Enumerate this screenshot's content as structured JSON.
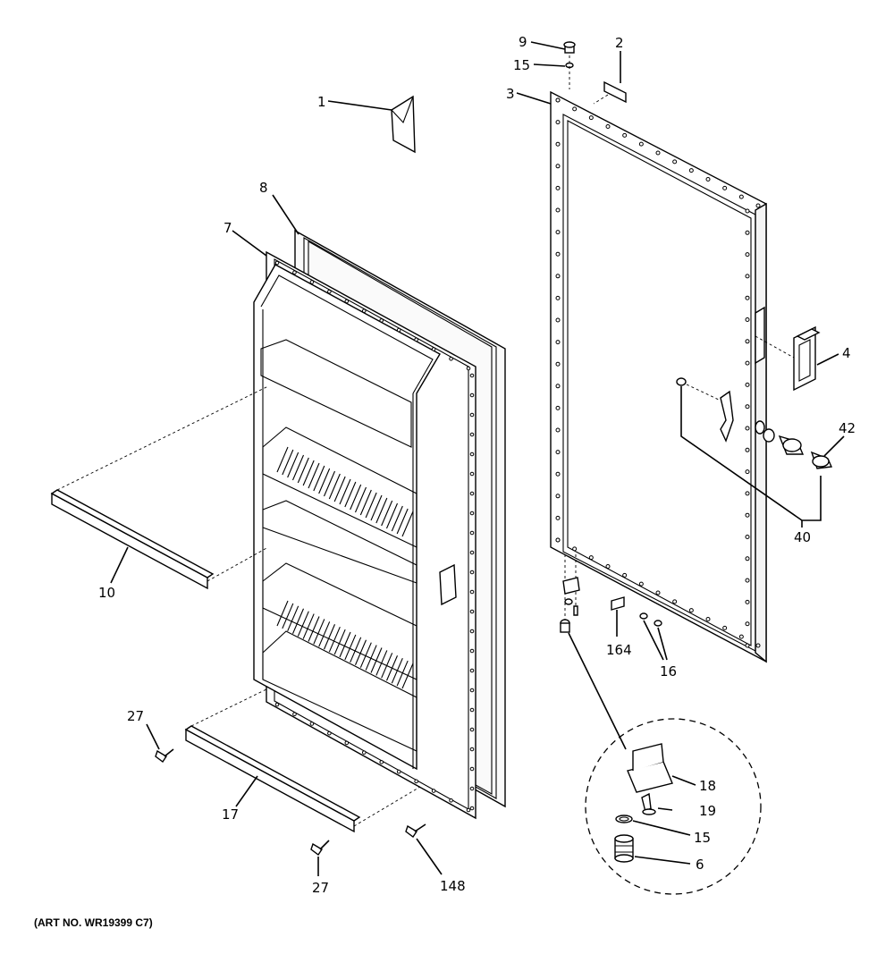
{
  "diagram": {
    "art_number": "(ART NO. WR19399 C7)",
    "callouts": {
      "c1": "1",
      "c2": "2",
      "c3": "3",
      "c4": "4",
      "c6": "6",
      "c7": "7",
      "c8": "8",
      "c9": "9",
      "c10": "10",
      "c15a": "15",
      "c15b": "15",
      "c16": "16",
      "c17": "17",
      "c18": "18",
      "c19": "19",
      "c27a": "27",
      "c27b": "27",
      "c40": "40",
      "c42": "42",
      "c148": "148",
      "c164": "164"
    }
  }
}
